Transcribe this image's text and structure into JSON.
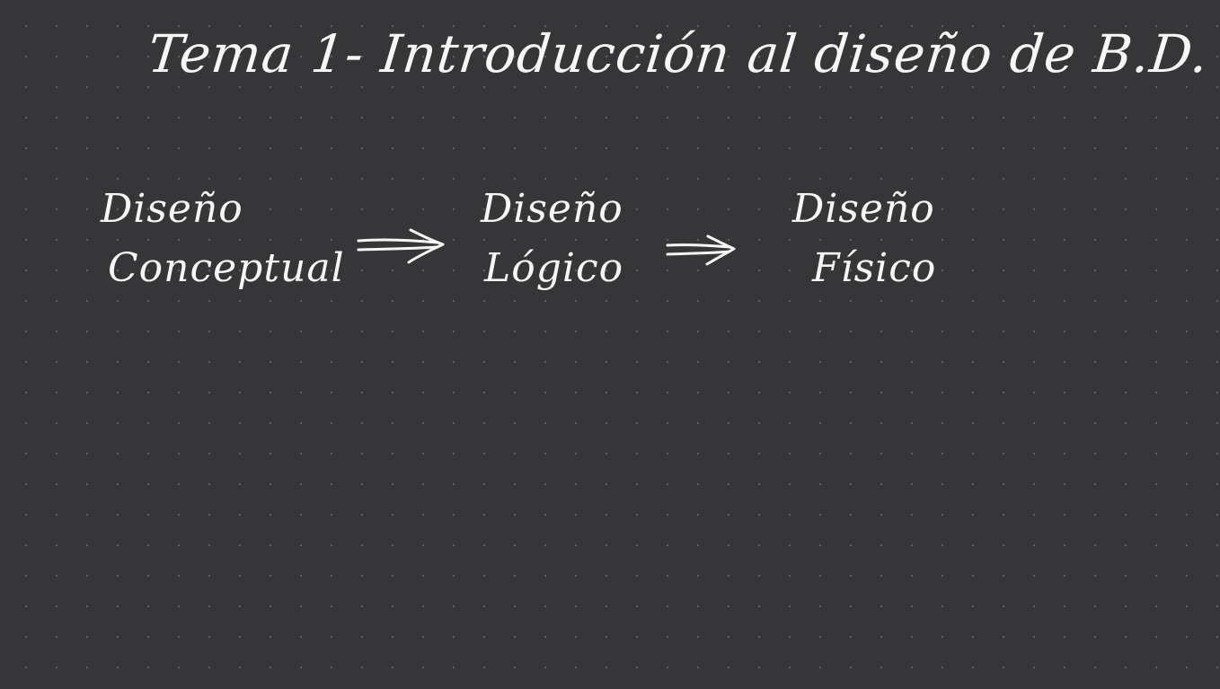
{
  "title": "Tema 1- Introducción al diseño de B.D.",
  "stages": [
    {
      "line1": "Diseño",
      "line2": "Conceptual"
    },
    {
      "line1": "Diseño",
      "line2": "Lógico"
    },
    {
      "line1": "Diseño",
      "line2": "Físico"
    }
  ],
  "icons": {
    "arrow": "double-arrow-right-icon"
  },
  "colors": {
    "background": "#363538",
    "ink": "#f6f6f6",
    "grid_dot": "#5c5b5f"
  }
}
